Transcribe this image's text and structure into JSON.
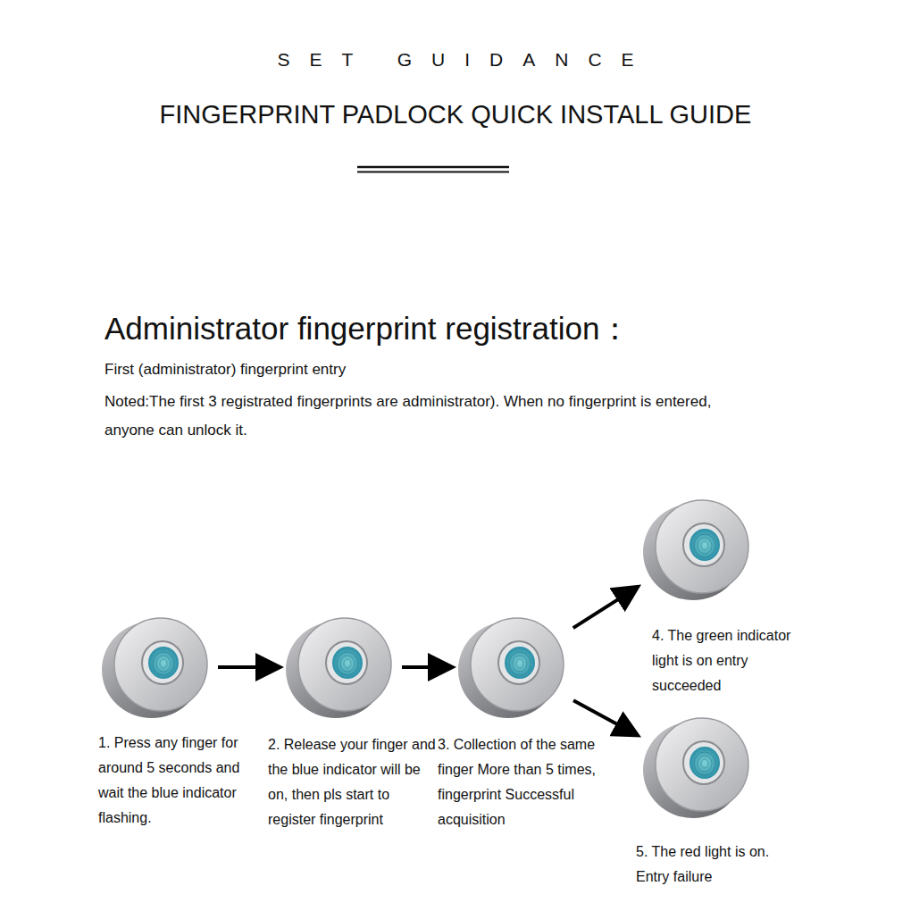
{
  "diagram": {
    "title": "FINGERPRINT PADLOCK QUICK INSTALL GUIDE",
    "nodes": [
      {
        "text": [
          "1. Press any finger for around 5 seconds and wait the blue indicator flashing."
        ]
      },
      {
        "text": [
          "2. Release your finger and the blue indicator will be on, then pls start to register fingerprint"
        ]
      },
      {
        "text": [
          "3. Collection of the same finger More than 5 times, fingerprint Successful acquisition"
        ]
      },
      {
        "text": [
          "4. The green indicator light is on entry succeeded"
        ]
      },
      {
        "text": [
          "5. The red light is on. Entry failure"
        ]
      }
    ],
    "edges": [
      {
        "from": 0,
        "to": 1,
        "arrow": "to"
      },
      {
        "from": 1,
        "to": 2,
        "arrow": "to"
      },
      {
        "from": 2,
        "to": 3,
        "arrow": "to"
      },
      {
        "from": 2,
        "to": 4,
        "arrow": "to"
      }
    ],
    "labels": [
      "SET GUIDANCE",
      "Administrator fingerprint registration：",
      "First (administrator) fingerprint entry",
      "Noted:The first 3 registrated fingerprints are administrator). When no fingerprint is entered, anyone can unlock it."
    ]
  }
}
